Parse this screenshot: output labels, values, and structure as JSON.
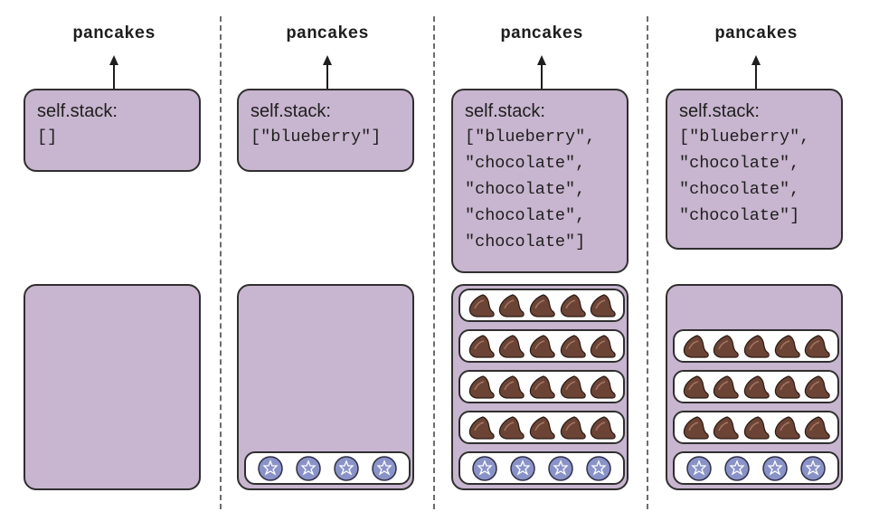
{
  "panels": [
    {
      "label": "pancakes",
      "stack_title": "self.stack:",
      "stack_lines": [
        "[]"
      ],
      "plate_rows": []
    },
    {
      "label": "pancakes",
      "stack_title": "self.stack:",
      "stack_lines": [
        "[\"blueberry\"]"
      ],
      "plate_rows": [
        "blueberry"
      ]
    },
    {
      "label": "pancakes",
      "stack_title": "self.stack:",
      "stack_lines": [
        "[\"blueberry\",",
        "\"chocolate\",",
        "\"chocolate\",",
        "\"chocolate\",",
        "\"chocolate\"]"
      ],
      "plate_rows": [
        "chocolate",
        "chocolate",
        "chocolate",
        "chocolate",
        "blueberry"
      ]
    },
    {
      "label": "pancakes",
      "stack_title": "self.stack:",
      "stack_lines": [
        "[\"blueberry\",",
        "\"chocolate\",",
        "\"chocolate\",",
        "\"chocolate\"]"
      ],
      "plate_rows": [
        "chocolate",
        "chocolate",
        "chocolate",
        "blueberry"
      ]
    }
  ],
  "colors": {
    "box_fill": "#c8b5cf",
    "box_border": "#2f2f2f",
    "chocolate_chip": "#6b4436",
    "blueberry": "#8a93c8"
  },
  "icons": {
    "chocolate": "chocolate-chip-icon",
    "blueberry": "blueberry-icon"
  }
}
